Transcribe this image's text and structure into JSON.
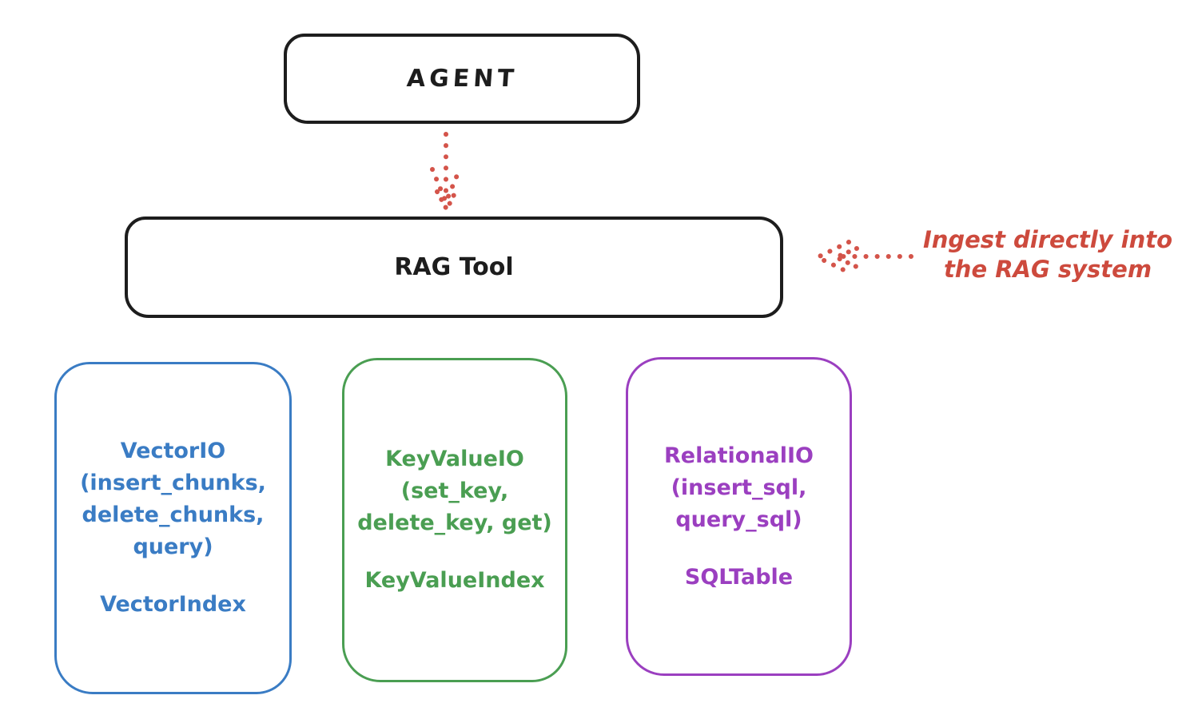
{
  "canvas": {
    "background": "#ffffff",
    "ink_color": "#1d1d1d"
  },
  "nodes": {
    "agent": {
      "label": "AGENT"
    },
    "rag_tool": {
      "label": "RAG Tool"
    }
  },
  "annotation": {
    "text": "Ingest directly into\nthe RAG system",
    "color": "#cd4a3d"
  },
  "arrows": {
    "agent_to_rag_tool": {
      "style": "dotted",
      "direction": "down",
      "color": "#d4544a"
    },
    "ingest_into_rag": {
      "style": "dotted",
      "direction": "left",
      "color": "#d4544a"
    }
  },
  "io_boxes": [
    {
      "name": "VectorIO",
      "methods_text": "VectorIO\n(insert_chunks,\ndelete_chunks,\nquery)",
      "index_label": "VectorIndex",
      "color": "#3a7cc4"
    },
    {
      "name": "KeyValueIO",
      "methods_text": "KeyValueIO\n(set_key,\ndelete_key, get)",
      "index_label": "KeyValueIndex",
      "color": "#4a9e52"
    },
    {
      "name": "RelationalIO",
      "methods_text": "RelationalIO\n(insert_sql,\nquery_sql)",
      "index_label": "SQLTable",
      "color": "#9b3fc0"
    }
  ]
}
